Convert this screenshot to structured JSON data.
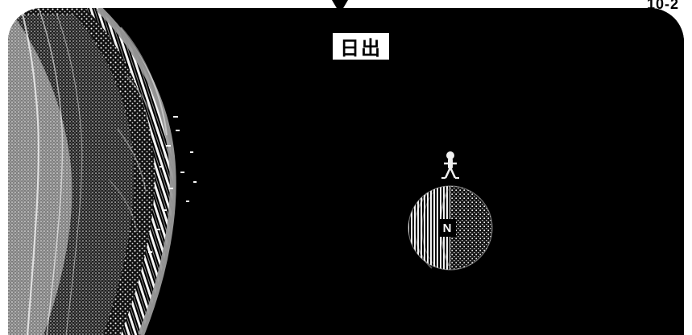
{
  "page": {
    "caption": "日出",
    "corner_label": "10-2",
    "moon_marker": "N"
  },
  "colors": {
    "background": "#000000",
    "frame": "#000000",
    "page": "#ffffff",
    "earth_highlight": "#f0f0f0",
    "earth_shadow": "#6a6a6a",
    "moon_light": "#e8e8e8",
    "moon_dark": "#2a2a2a"
  },
  "icons": {
    "pointer": "down-arrow-icon",
    "figure": "person-icon"
  }
}
